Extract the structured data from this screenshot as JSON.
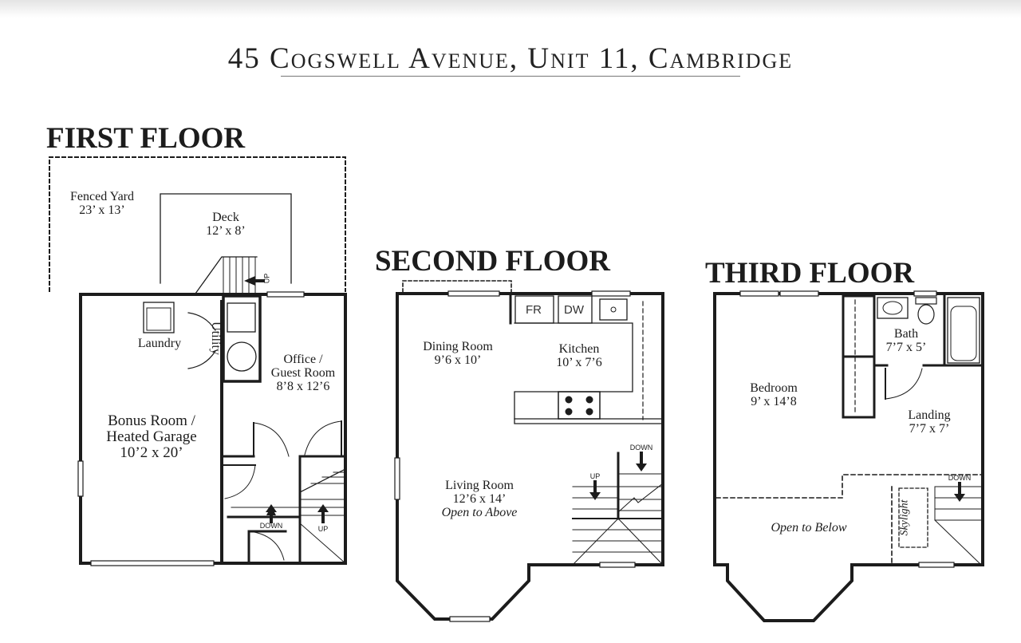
{
  "title": "45 Cogswell Avenue, Unit 11, Cambridge",
  "floors": {
    "first": {
      "heading": "FIRST FLOOR",
      "rooms": {
        "yard_name": "Fenced Yard",
        "yard_dim": "23’ x 13’",
        "deck_name": "Deck",
        "deck_dim": "12’ x 8’",
        "laundry": "Laundry",
        "utility": "Utility",
        "office_name1": "Office /",
        "office_name2": "Guest Room",
        "office_dim": "8’8 x 12’6",
        "bonus_name1": "Bonus Room /",
        "bonus_name2": "Heated Garage",
        "bonus_dim": "10’2 x 20’"
      },
      "stairs": {
        "up_deck": "UP",
        "down": "DOWN",
        "up": "UP"
      }
    },
    "second": {
      "heading": "SECOND FLOOR",
      "rooms": {
        "dining_name": "Dining Room",
        "dining_dim": "9’6 x 10’",
        "kitchen_name": "Kitchen",
        "kitchen_dim": "10’ x 7’6",
        "living_name": "Living Room",
        "living_dim": "12’6 x 14’",
        "living_note": "Open to Above"
      },
      "appliances": {
        "fridge": "FR",
        "dishwasher": "DW"
      },
      "stairs": {
        "down": "DOWN",
        "up": "UP"
      }
    },
    "third": {
      "heading": "THIRD FLOOR",
      "rooms": {
        "bath_name": "Bath",
        "bath_dim": "7’7 x 5’",
        "bedroom_name": "Bedroom",
        "bedroom_dim": "9’ x 14’8",
        "landing_name": "Landing",
        "landing_dim": "7’7 x 7’",
        "open_below": "Open to Below",
        "skylight": "Skylight"
      },
      "stairs": {
        "down": "DOWN"
      }
    }
  }
}
